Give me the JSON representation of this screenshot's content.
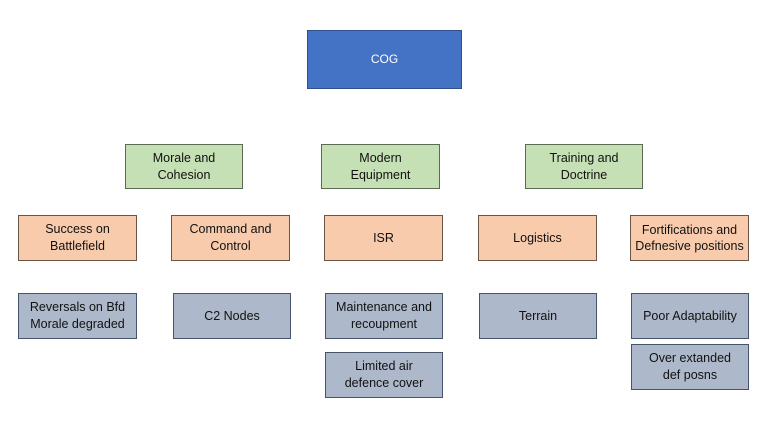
{
  "cog": {
    "label": "COG"
  },
  "level2": [
    {
      "label": "Morale and Cohesion"
    },
    {
      "label": "Modern Equipment"
    },
    {
      "label": "Training and Doctrine"
    }
  ],
  "level3": [
    {
      "label": "Success on Battlefield"
    },
    {
      "label": "Command and Control"
    },
    {
      "label": "ISR"
    },
    {
      "label": "Logistics"
    },
    {
      "label": "Fortifications and Defnesive positions"
    }
  ],
  "level4": [
    {
      "label": "Reversals on Bfd Morale degraded"
    },
    {
      "label": "C2 Nodes"
    },
    {
      "label": "Maintenance and recoupment"
    },
    {
      "label": "Terrain"
    },
    {
      "label": "Poor Adaptability"
    }
  ],
  "level5": [
    {
      "label": "Limited air defence cover"
    },
    {
      "label": "Over extanded def posns"
    }
  ],
  "colors": {
    "cog": "#4472c4",
    "level2": "#c5e0b4",
    "level3": "#f8cbad",
    "level4": "#adb9ca"
  }
}
